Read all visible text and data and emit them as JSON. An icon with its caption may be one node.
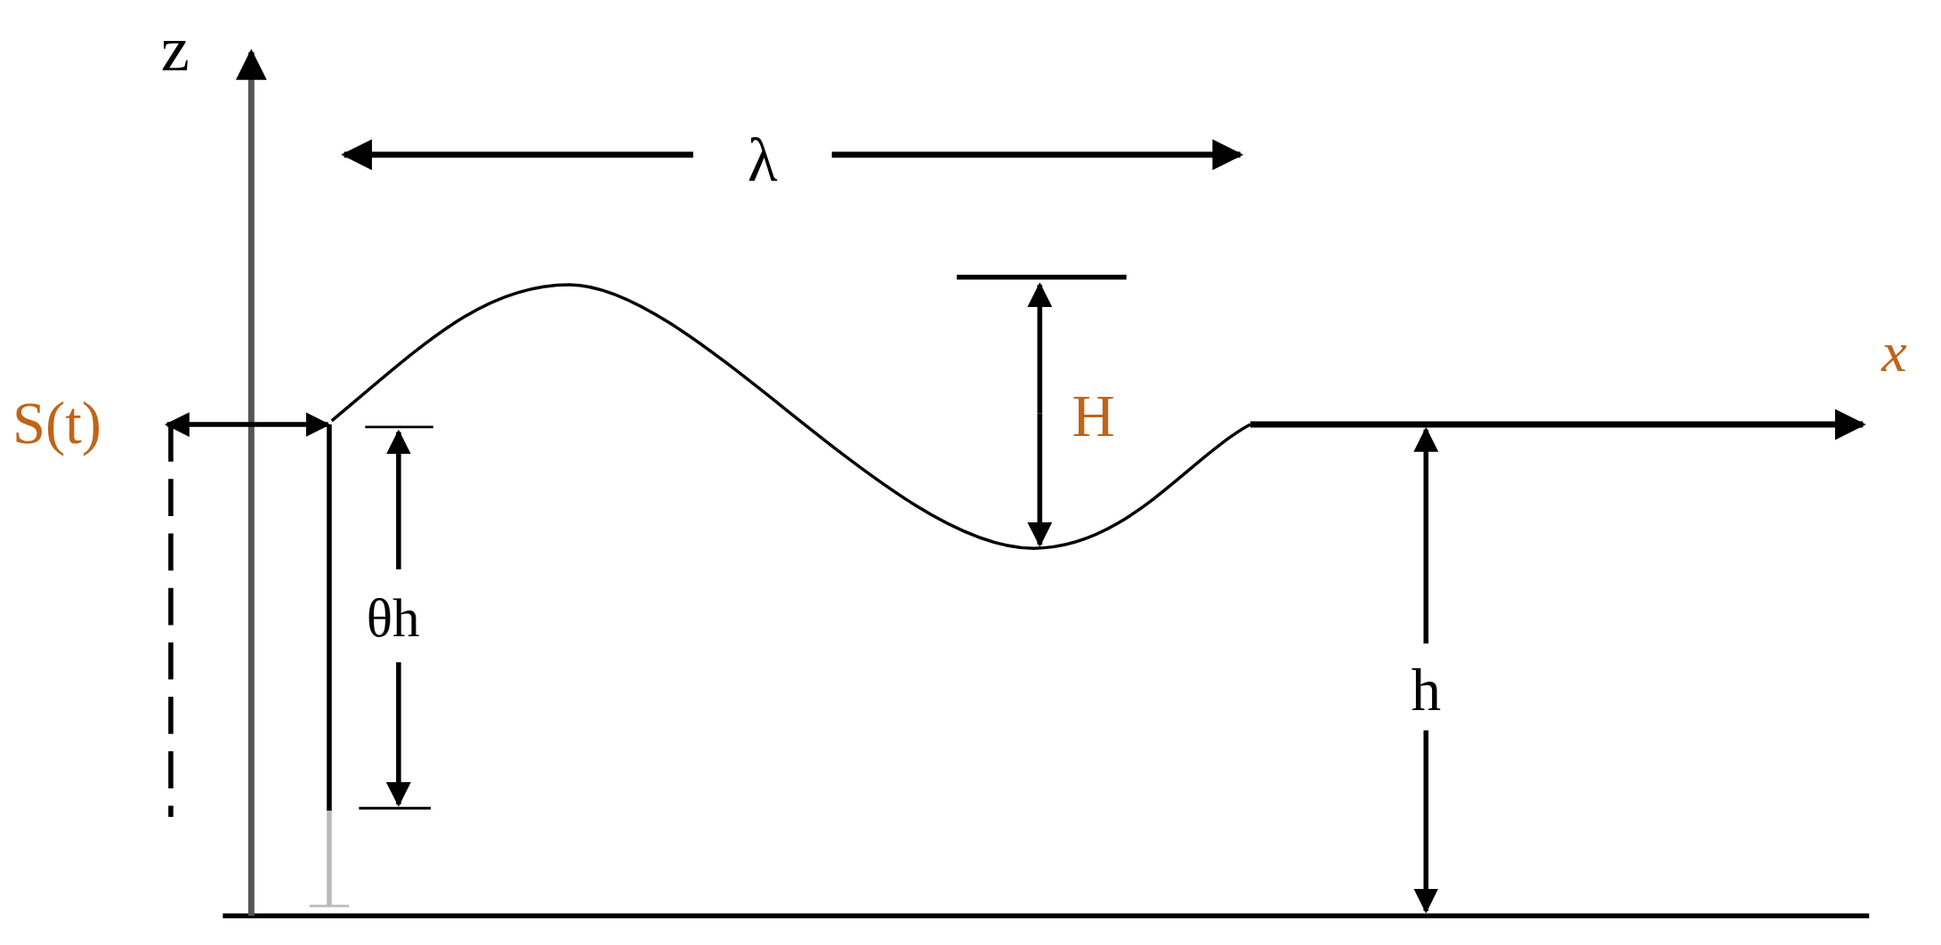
{
  "diagram": {
    "labels": [
      "z",
      "λ",
      "x",
      "S(t)",
      "H",
      "θh",
      "h"
    ]
  }
}
